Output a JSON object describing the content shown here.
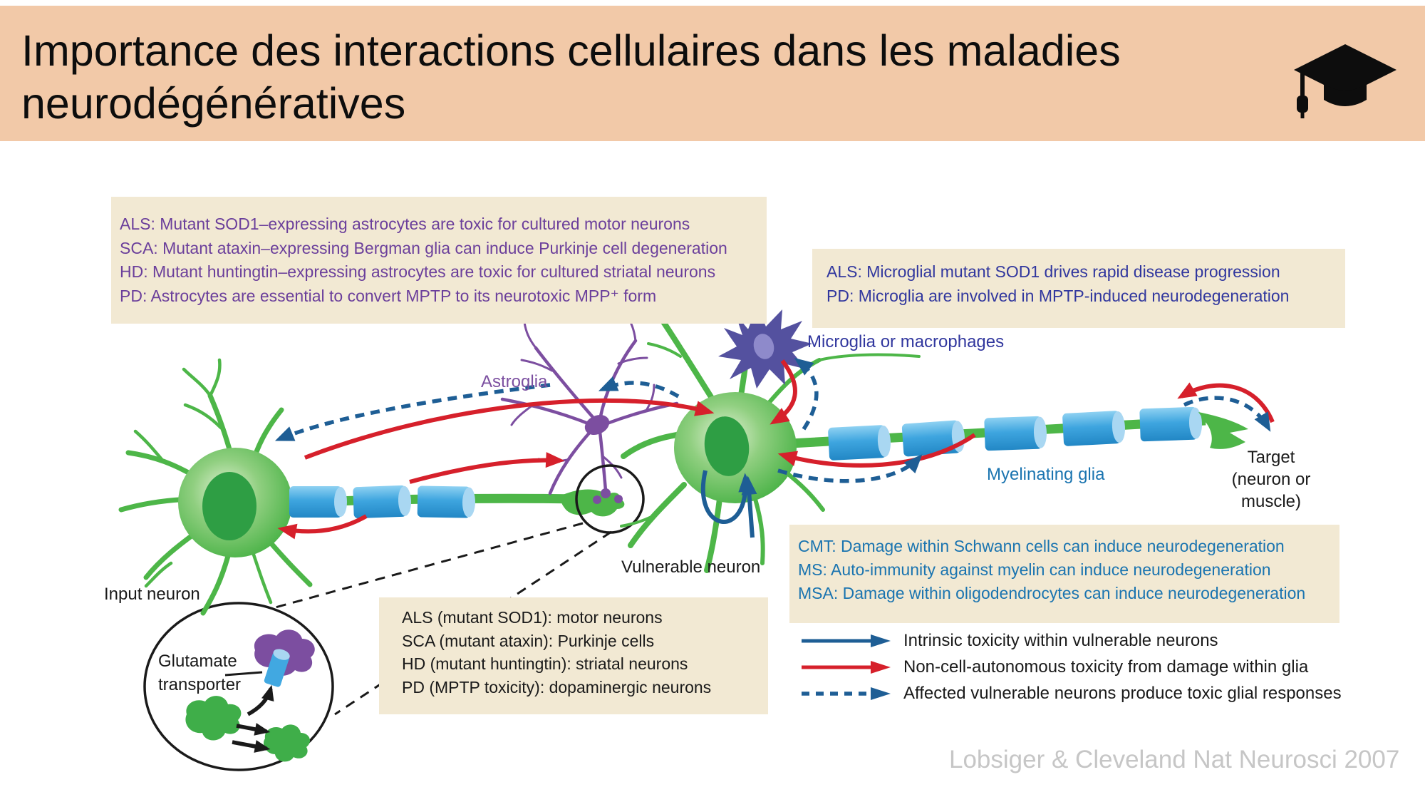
{
  "header": {
    "title_line1": "Importance des interactions cellulaires dans les maladies",
    "title_line2": "neurodégénératives",
    "icon": "graduation-cap",
    "background_color": "#F2C9A8"
  },
  "figure": {
    "boxes": {
      "astrocytes": {
        "text_color": "#6B3F9B",
        "lines": [
          "ALS: Mutant SOD1–expressing astrocytes are toxic for cultured motor neurons",
          "SCA: Mutant ataxin–expressing Bergman glia can induce Purkinje cell degeneration",
          "HD: Mutant huntingtin–expressing astrocytes are toxic for cultured striatal neurons",
          "PD: Astrocytes are essential to convert MPTP to its neurotoxic MPP⁺ form"
        ]
      },
      "microglia": {
        "text_color": "#31379E",
        "lines": [
          "ALS: Microglial mutant SOD1 drives rapid disease progression",
          "PD: Microglia are involved in MPTP-induced neurodegeneration"
        ]
      },
      "myelin": {
        "text_color": "#1A74B0",
        "lines": [
          "CMT: Damage within Schwann cells can induce neurodegeneration",
          "MS: Auto-immunity against myelin can induce neurodegeneration",
          "MSA: Damage within oligodendrocytes can induce neurodegeneration"
        ]
      },
      "cell_types": {
        "text_color": "#1a1a1a",
        "lines": [
          "ALS (mutant SOD1): motor neurons",
          "SCA (mutant ataxin): Purkinje cells",
          "HD (mutant huntingtin): striatal neurons",
          "PD (MPTP toxicity): dopaminergic neurons"
        ]
      }
    },
    "labels": {
      "astroglia": "Astroglia",
      "microglia": "Microglia or macrophages",
      "myelinating_glia": "Myelinating glia",
      "target_line1": "Target",
      "target_line2": "(neuron or muscle)",
      "vulnerable_neuron": "Vulnerable neuron",
      "input_neuron": "Input neuron",
      "glutamate_line1": "Glutamate",
      "glutamate_line2": "transporter"
    },
    "legend": [
      {
        "symbol": "blue-solid-arrow",
        "color": "#1E5E95",
        "style": "solid",
        "label": "Intrinsic toxicity within vulnerable neurons"
      },
      {
        "symbol": "red-solid-arrow",
        "color": "#D6202B",
        "style": "solid",
        "label": "Non-cell-autonomous toxicity from damage within glia"
      },
      {
        "symbol": "blue-dashed-arrow",
        "color": "#1E5E95",
        "style": "dashed",
        "label": "Affected vulnerable neurons produce toxic glial responses"
      }
    ]
  },
  "citation": "Lobsiger & Cleveland Nat Neurosci 2007",
  "colors": {
    "header_background": "#F2C9A8",
    "box_background": "#F2E9D3",
    "neuron_green": "#4DB648",
    "nucleus_green": "#2E9E44",
    "myelin_blue": "#3EA5DF",
    "astroglia_purple": "#7C4EA0",
    "microglia_indigo": "#54519F",
    "arrow_red": "#D6202B",
    "arrow_blue": "#1E5E95",
    "citation_gray": "#C6C6C6"
  }
}
